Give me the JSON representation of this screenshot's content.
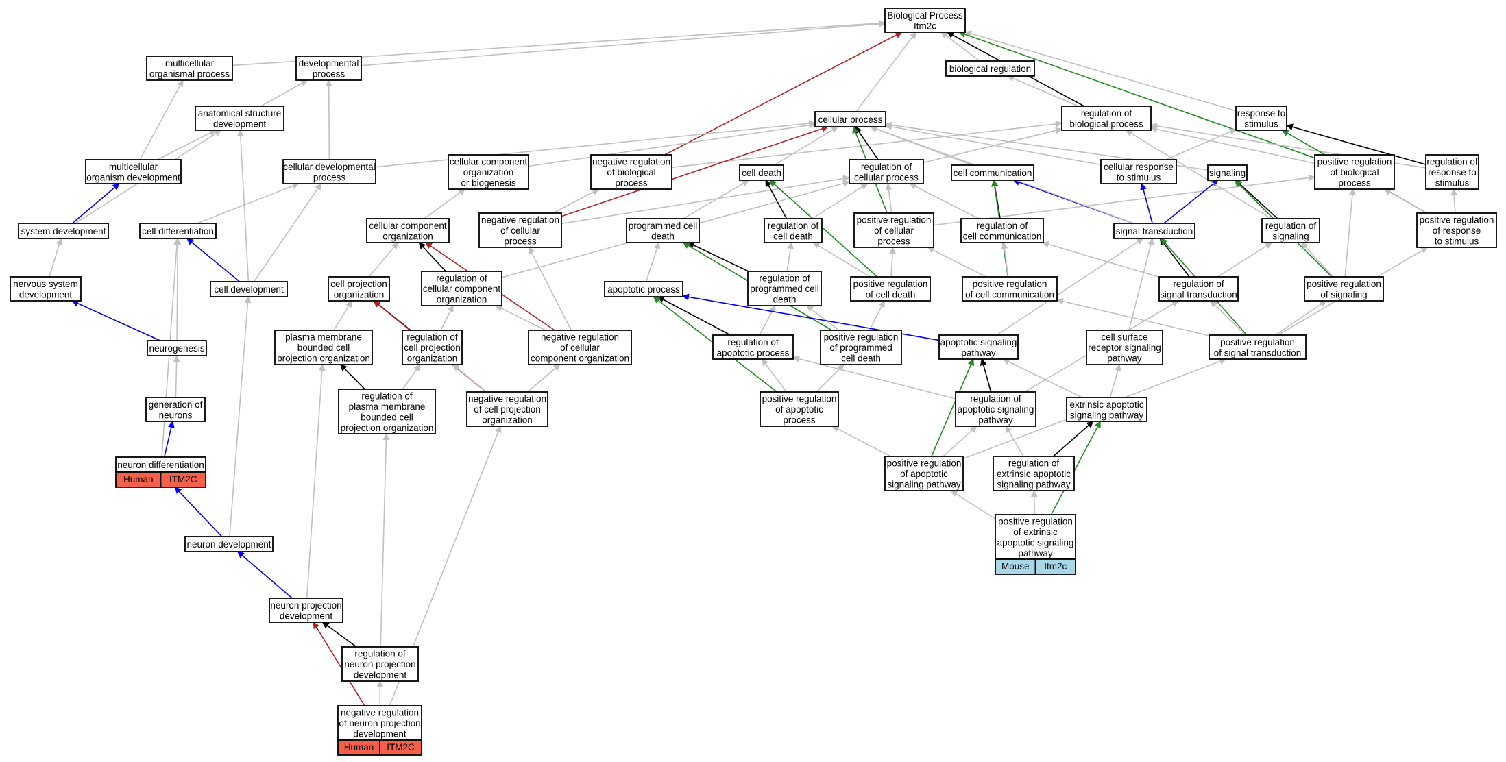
{
  "colors": {
    "default_edge": "#c0c0c0",
    "is_a": "#c0c0c0",
    "part_of": "#0000ff",
    "regulates": "#000000",
    "positively_regulates": "#228b22",
    "negatively_regulates": "#b22222",
    "human_tag": "#f4604a",
    "mouse_tag": "#a8d8e8"
  },
  "nodes": [
    {
      "id": "bp",
      "lines": [
        "Biological Process",
        "Itm2c"
      ]
    },
    {
      "id": "mop",
      "lines": [
        "multicellular",
        "organismal process"
      ]
    },
    {
      "id": "dp",
      "lines": [
        "developmental",
        "process"
      ]
    },
    {
      "id": "br",
      "lines": [
        "biological regulation"
      ]
    },
    {
      "id": "asd",
      "lines": [
        "anatomical structure",
        "development"
      ]
    },
    {
      "id": "cp",
      "lines": [
        "cellular process"
      ]
    },
    {
      "id": "rbp",
      "lines": [
        "regulation of",
        "biological process"
      ]
    },
    {
      "id": "rts",
      "lines": [
        "response to",
        "stimulus"
      ]
    },
    {
      "id": "mod",
      "lines": [
        "multicellular",
        "organism development"
      ]
    },
    {
      "id": "cdp",
      "lines": [
        "cellular developmental",
        "process"
      ]
    },
    {
      "id": "ccob",
      "lines": [
        "cellular component",
        "organization",
        "or biogenesis"
      ]
    },
    {
      "id": "nrbp",
      "lines": [
        "negative regulation",
        "of biological",
        "process"
      ]
    },
    {
      "id": "cd",
      "lines": [
        "cell death"
      ]
    },
    {
      "id": "rcp",
      "lines": [
        "regulation of",
        "cellular process"
      ]
    },
    {
      "id": "cc",
      "lines": [
        "cell communication"
      ]
    },
    {
      "id": "crs",
      "lines": [
        "cellular response",
        "to stimulus"
      ]
    },
    {
      "id": "sig",
      "lines": [
        "signaling"
      ]
    },
    {
      "id": "prbp",
      "lines": [
        "positive regulation",
        "of biological",
        "process"
      ]
    },
    {
      "id": "rrs",
      "lines": [
        "regulation of",
        "response to",
        "stimulus"
      ]
    },
    {
      "id": "sd",
      "lines": [
        "system development"
      ]
    },
    {
      "id": "cdiff",
      "lines": [
        "cell differentiation"
      ]
    },
    {
      "id": "cco",
      "lines": [
        "cellular component",
        "organization"
      ]
    },
    {
      "id": "nrcp",
      "lines": [
        "negative regulation",
        "of cellular",
        "process"
      ]
    },
    {
      "id": "pcd",
      "lines": [
        "programmed cell",
        "death"
      ]
    },
    {
      "id": "rcd",
      "lines": [
        "regulation of",
        "cell death"
      ]
    },
    {
      "id": "prcp",
      "lines": [
        "positive regulation",
        "of cellular",
        "process"
      ]
    },
    {
      "id": "rcc",
      "lines": [
        "regulation of",
        "cell communication"
      ]
    },
    {
      "id": "st",
      "lines": [
        "signal transduction"
      ]
    },
    {
      "id": "rsig",
      "lines": [
        "regulation of",
        "signaling"
      ]
    },
    {
      "id": "prrs",
      "lines": [
        "positive regulation",
        "of response",
        "to stimulus"
      ]
    },
    {
      "id": "nsd",
      "lines": [
        "nervous system",
        "development"
      ]
    },
    {
      "id": "celldev",
      "lines": [
        "cell development"
      ]
    },
    {
      "id": "cpo",
      "lines": [
        "cell projection",
        "organization"
      ]
    },
    {
      "id": "rcco",
      "lines": [
        "regulation of",
        "cellular component",
        "organization"
      ]
    },
    {
      "id": "ap",
      "lines": [
        "apoptotic process"
      ]
    },
    {
      "id": "rpcd",
      "lines": [
        "regulation of",
        "programmed cell",
        "death"
      ]
    },
    {
      "id": "prcd",
      "lines": [
        "positive regulation",
        "of cell death"
      ]
    },
    {
      "id": "prcc",
      "lines": [
        "positive regulation",
        "of cell communication"
      ]
    },
    {
      "id": "rst",
      "lines": [
        "regulation of",
        "signal transduction"
      ]
    },
    {
      "id": "prsig",
      "lines": [
        "positive regulation",
        "of signaling"
      ]
    },
    {
      "id": "ng",
      "lines": [
        "neurogenesis"
      ]
    },
    {
      "id": "pmbcpo",
      "lines": [
        "plasma membrane",
        "bounded cell",
        "projection organization"
      ]
    },
    {
      "id": "rcpo",
      "lines": [
        "regulation of",
        "cell projection",
        "organization"
      ]
    },
    {
      "id": "nrcco",
      "lines": [
        "negative regulation",
        "of cellular",
        "component organization"
      ]
    },
    {
      "id": "rap",
      "lines": [
        "regulation of",
        "apoptotic process"
      ]
    },
    {
      "id": "prpcd",
      "lines": [
        "positive regulation",
        "of programmed",
        "cell death"
      ]
    },
    {
      "id": "asp",
      "lines": [
        "apoptotic signaling",
        "pathway"
      ]
    },
    {
      "id": "csrsp",
      "lines": [
        "cell surface",
        "receptor signaling",
        "pathway"
      ]
    },
    {
      "id": "prst",
      "lines": [
        "positive regulation",
        "of signal transduction"
      ]
    },
    {
      "id": "gon",
      "lines": [
        "generation of",
        "neurons"
      ]
    },
    {
      "id": "rpmbcpo",
      "lines": [
        "regulation of",
        "plasma membrane",
        "bounded cell",
        "projection organization"
      ]
    },
    {
      "id": "nrcpo",
      "lines": [
        "negative regulation",
        "of cell projection",
        "organization"
      ]
    },
    {
      "id": "prap",
      "lines": [
        "positive regulation",
        "of apoptotic",
        "process"
      ]
    },
    {
      "id": "rasp",
      "lines": [
        "regulation of",
        "apoptotic signaling",
        "pathway"
      ]
    },
    {
      "id": "easp",
      "lines": [
        "extrinsic apoptotic",
        "signaling pathway"
      ]
    },
    {
      "id": "nd",
      "lines": [
        "neuron differentiation"
      ],
      "tags": [
        "Human",
        "ITM2C"
      ],
      "tag_color": "#f4604a"
    },
    {
      "id": "prasp",
      "lines": [
        "positive regulation",
        "of apoptotic",
        "signaling pathway"
      ]
    },
    {
      "id": "reasp",
      "lines": [
        "regulation of",
        "extrinsic apoptotic",
        "signaling pathway"
      ]
    },
    {
      "id": "preasp",
      "lines": [
        "positive regulation",
        "of extrinsic",
        "apoptotic signaling",
        "pathway"
      ],
      "tags": [
        "Mouse",
        "Itm2c"
      ],
      "tag_color": "#a8d8e8"
    },
    {
      "id": "ndev",
      "lines": [
        "neuron development"
      ]
    },
    {
      "id": "npd",
      "lines": [
        "neuron projection",
        "development"
      ]
    },
    {
      "id": "rnpd",
      "lines": [
        "regulation of",
        "neuron projection",
        "development"
      ]
    },
    {
      "id": "nrnpd",
      "lines": [
        "negative regulation",
        "of neuron projection",
        "development"
      ],
      "tags": [
        "Human",
        "ITM2C"
      ],
      "tag_color": "#f4604a"
    }
  ],
  "edges": [
    {
      "from": "mop",
      "to": "bp",
      "type": "is_a"
    },
    {
      "from": "dp",
      "to": "bp",
      "type": "is_a"
    },
    {
      "from": "br",
      "to": "bp",
      "type": "is_a"
    },
    {
      "from": "cp",
      "to": "bp",
      "type": "is_a"
    },
    {
      "from": "rbp",
      "to": "bp",
      "type": "regulates"
    },
    {
      "from": "rbp",
      "to": "br",
      "type": "is_a"
    },
    {
      "from": "rts",
      "to": "bp",
      "type": "is_a"
    },
    {
      "from": "nrbp",
      "to": "bp",
      "type": "negatively_regulates"
    },
    {
      "from": "prbp",
      "to": "bp",
      "type": "positively_regulates"
    },
    {
      "from": "asd",
      "to": "dp",
      "type": "is_a"
    },
    {
      "from": "mod",
      "to": "mop",
      "type": "is_a"
    },
    {
      "from": "mod",
      "to": "asd",
      "type": "is_a"
    },
    {
      "from": "cdp",
      "to": "dp",
      "type": "is_a"
    },
    {
      "from": "cdp",
      "to": "cp",
      "type": "is_a"
    },
    {
      "from": "ccob",
      "to": "cp",
      "type": "is_a"
    },
    {
      "from": "nrbp",
      "to": "rbp",
      "type": "is_a"
    },
    {
      "from": "cd",
      "to": "cp",
      "type": "is_a"
    },
    {
      "from": "rcp",
      "to": "cp",
      "type": "regulates"
    },
    {
      "from": "rcp",
      "to": "rbp",
      "type": "is_a"
    },
    {
      "from": "cc",
      "to": "cp",
      "type": "is_a"
    },
    {
      "from": "crs",
      "to": "cp",
      "type": "is_a"
    },
    {
      "from": "crs",
      "to": "rts",
      "type": "is_a"
    },
    {
      "from": "sig",
      "to": "cp",
      "type": "is_a"
    },
    {
      "from": "prbp",
      "to": "rbp",
      "type": "is_a"
    },
    {
      "from": "rrs",
      "to": "rts",
      "type": "regulates"
    },
    {
      "from": "rrs",
      "to": "rbp",
      "type": "is_a"
    },
    {
      "from": "prrs",
      "to": "rts",
      "type": "positively_regulates"
    },
    {
      "from": "prrs",
      "to": "rrs",
      "type": "is_a"
    },
    {
      "from": "prrs",
      "to": "prbp",
      "type": "is_a"
    },
    {
      "from": "sd",
      "to": "mod",
      "type": "part_of"
    },
    {
      "from": "sd",
      "to": "asd",
      "type": "is_a"
    },
    {
      "from": "cdiff",
      "to": "cdp",
      "type": "is_a"
    },
    {
      "from": "cco",
      "to": "ccob",
      "type": "is_a"
    },
    {
      "from": "nrcp",
      "to": "cp",
      "type": "negatively_regulates"
    },
    {
      "from": "nrcp",
      "to": "rcp",
      "type": "is_a"
    },
    {
      "from": "nrcp",
      "to": "nrbp",
      "type": "is_a"
    },
    {
      "from": "pcd",
      "to": "cd",
      "type": "is_a"
    },
    {
      "from": "rcd",
      "to": "cd",
      "type": "regulates"
    },
    {
      "from": "rcd",
      "to": "rcp",
      "type": "is_a"
    },
    {
      "from": "prcp",
      "to": "cp",
      "type": "positively_regulates"
    },
    {
      "from": "prcp",
      "to": "rcp",
      "type": "is_a"
    },
    {
      "from": "prcp",
      "to": "prbp",
      "type": "is_a"
    },
    {
      "from": "rcc",
      "to": "cc",
      "type": "regulates"
    },
    {
      "from": "rcc",
      "to": "rcp",
      "type": "is_a"
    },
    {
      "from": "st",
      "to": "cc",
      "type": "part_of"
    },
    {
      "from": "st",
      "to": "crs",
      "type": "part_of"
    },
    {
      "from": "st",
      "to": "sig",
      "type": "part_of"
    },
    {
      "from": "st",
      "to": "cp",
      "type": "is_a"
    },
    {
      "from": "rsig",
      "to": "sig",
      "type": "regulates"
    },
    {
      "from": "rsig",
      "to": "rbp",
      "type": "is_a"
    },
    {
      "from": "nsd",
      "to": "sd",
      "type": "is_a"
    },
    {
      "from": "celldev",
      "to": "cdiff",
      "type": "part_of"
    },
    {
      "from": "celldev",
      "to": "asd",
      "type": "is_a"
    },
    {
      "from": "celldev",
      "to": "cdp",
      "type": "is_a"
    },
    {
      "from": "cpo",
      "to": "cco",
      "type": "is_a"
    },
    {
      "from": "rcco",
      "to": "cco",
      "type": "regulates"
    },
    {
      "from": "rcco",
      "to": "rcp",
      "type": "is_a"
    },
    {
      "from": "ap",
      "to": "pcd",
      "type": "is_a"
    },
    {
      "from": "rpcd",
      "to": "pcd",
      "type": "regulates"
    },
    {
      "from": "rpcd",
      "to": "rcd",
      "type": "is_a"
    },
    {
      "from": "prcd",
      "to": "cd",
      "type": "positively_regulates"
    },
    {
      "from": "prcd",
      "to": "rcd",
      "type": "is_a"
    },
    {
      "from": "prcd",
      "to": "prcp",
      "type": "is_a"
    },
    {
      "from": "prcc",
      "to": "cc",
      "type": "positively_regulates"
    },
    {
      "from": "prcc",
      "to": "rcc",
      "type": "is_a"
    },
    {
      "from": "prcc",
      "to": "prcp",
      "type": "is_a"
    },
    {
      "from": "rst",
      "to": "st",
      "type": "regulates"
    },
    {
      "from": "rst",
      "to": "rsig",
      "type": "is_a"
    },
    {
      "from": "rst",
      "to": "rcc",
      "type": "is_a"
    },
    {
      "from": "prsig",
      "to": "sig",
      "type": "positively_regulates"
    },
    {
      "from": "prsig",
      "to": "rsig",
      "type": "is_a"
    },
    {
      "from": "prsig",
      "to": "prbp",
      "type": "is_a"
    },
    {
      "from": "ng",
      "to": "nsd",
      "type": "part_of"
    },
    {
      "from": "ng",
      "to": "cdiff",
      "type": "is_a"
    },
    {
      "from": "pmbcpo",
      "to": "cpo",
      "type": "is_a"
    },
    {
      "from": "rcpo",
      "to": "cpo",
      "type": "regulates"
    },
    {
      "from": "rcpo",
      "to": "rcco",
      "type": "is_a"
    },
    {
      "from": "nrcco",
      "to": "cco",
      "type": "negatively_regulates"
    },
    {
      "from": "nrcco",
      "to": "rcco",
      "type": "is_a"
    },
    {
      "from": "nrcco",
      "to": "nrcp",
      "type": "is_a"
    },
    {
      "from": "rap",
      "to": "ap",
      "type": "regulates"
    },
    {
      "from": "rap",
      "to": "rpcd",
      "type": "is_a"
    },
    {
      "from": "prpcd",
      "to": "pcd",
      "type": "positively_regulates"
    },
    {
      "from": "prpcd",
      "to": "rpcd",
      "type": "is_a"
    },
    {
      "from": "prpcd",
      "to": "prcd",
      "type": "is_a"
    },
    {
      "from": "asp",
      "to": "ap",
      "type": "part_of"
    },
    {
      "from": "asp",
      "to": "st",
      "type": "is_a"
    },
    {
      "from": "csrsp",
      "to": "st",
      "type": "is_a"
    },
    {
      "from": "prst",
      "to": "st",
      "type": "positively_regulates"
    },
    {
      "from": "prst",
      "to": "rst",
      "type": "is_a"
    },
    {
      "from": "prst",
      "to": "prsig",
      "type": "is_a"
    },
    {
      "from": "prst",
      "to": "prcc",
      "type": "is_a"
    },
    {
      "from": "prst",
      "to": "prrs",
      "type": "is_a"
    },
    {
      "from": "gon",
      "to": "ng",
      "type": "is_a"
    },
    {
      "from": "rpmbcpo",
      "to": "pmbcpo",
      "type": "regulates"
    },
    {
      "from": "rpmbcpo",
      "to": "rcpo",
      "type": "is_a"
    },
    {
      "from": "nrcpo",
      "to": "cpo",
      "type": "negatively_regulates"
    },
    {
      "from": "nrcpo",
      "to": "rcpo",
      "type": "is_a"
    },
    {
      "from": "nrcpo",
      "to": "nrcco",
      "type": "is_a"
    },
    {
      "from": "prap",
      "to": "ap",
      "type": "positively_regulates"
    },
    {
      "from": "prap",
      "to": "rap",
      "type": "is_a"
    },
    {
      "from": "prap",
      "to": "prpcd",
      "type": "is_a"
    },
    {
      "from": "rasp",
      "to": "asp",
      "type": "regulates"
    },
    {
      "from": "rasp",
      "to": "rap",
      "type": "is_a"
    },
    {
      "from": "rasp",
      "to": "rst",
      "type": "is_a"
    },
    {
      "from": "easp",
      "to": "asp",
      "type": "is_a"
    },
    {
      "from": "easp",
      "to": "csrsp",
      "type": "is_a"
    },
    {
      "from": "nd",
      "to": "gon",
      "type": "part_of"
    },
    {
      "from": "nd",
      "to": "cdiff",
      "type": "is_a"
    },
    {
      "from": "prasp",
      "to": "asp",
      "type": "positively_regulates"
    },
    {
      "from": "prasp",
      "to": "rasp",
      "type": "is_a"
    },
    {
      "from": "prasp",
      "to": "prap",
      "type": "is_a"
    },
    {
      "from": "prasp",
      "to": "prst",
      "type": "is_a"
    },
    {
      "from": "reasp",
      "to": "easp",
      "type": "regulates"
    },
    {
      "from": "reasp",
      "to": "rasp",
      "type": "is_a"
    },
    {
      "from": "preasp",
      "to": "easp",
      "type": "positively_regulates"
    },
    {
      "from": "preasp",
      "to": "reasp",
      "type": "is_a"
    },
    {
      "from": "preasp",
      "to": "prasp",
      "type": "is_a"
    },
    {
      "from": "ndev",
      "to": "nd",
      "type": "part_of"
    },
    {
      "from": "ndev",
      "to": "celldev",
      "type": "is_a"
    },
    {
      "from": "npd",
      "to": "ndev",
      "type": "part_of"
    },
    {
      "from": "npd",
      "to": "pmbcpo",
      "type": "is_a"
    },
    {
      "from": "rnpd",
      "to": "npd",
      "type": "regulates"
    },
    {
      "from": "rnpd",
      "to": "rpmbcpo",
      "type": "is_a"
    },
    {
      "from": "nrnpd",
      "to": "npd",
      "type": "negatively_regulates"
    },
    {
      "from": "nrnpd",
      "to": "rnpd",
      "type": "is_a"
    },
    {
      "from": "nrnpd",
      "to": "nrcpo",
      "type": "is_a"
    }
  ]
}
